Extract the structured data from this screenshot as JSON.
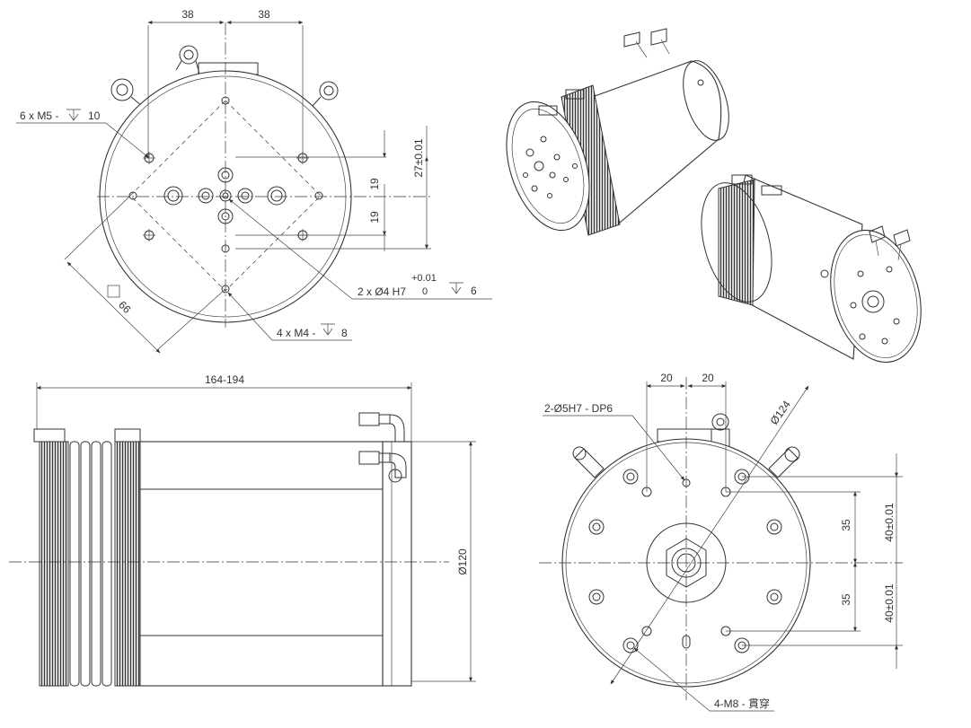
{
  "top_view": {
    "dim_38_left": "38",
    "dim_38_right": "38",
    "dim_27": "27±0.01",
    "dim_19_upper": "19",
    "dim_19_lower": "19",
    "dim_66": "66",
    "callout_m5": "6 x M5 -",
    "callout_m5_depth": "10",
    "callout_pin_main": "2 x Ø4 H7",
    "callout_pin_tol_upper": "+0.01",
    "callout_pin_tol_lower": "0",
    "callout_pin_depth": "6",
    "callout_m4": "4 x M4 -",
    "callout_m4_depth": "8"
  },
  "side_view": {
    "dim_length": "164-194",
    "dim_diameter": "Ø120"
  },
  "bottom_view": {
    "dim_20_left": "20",
    "dim_20_right": "20",
    "dim_124": "Ø124",
    "callout_pin": "2-Ø5H7 - DP6",
    "callout_m8": "4-M8 - 貫穿",
    "dim_35_upper": "35",
    "dim_35_lower": "35",
    "dim_40_upper": "40±0.01",
    "dim_40_lower": "40±0.01"
  }
}
